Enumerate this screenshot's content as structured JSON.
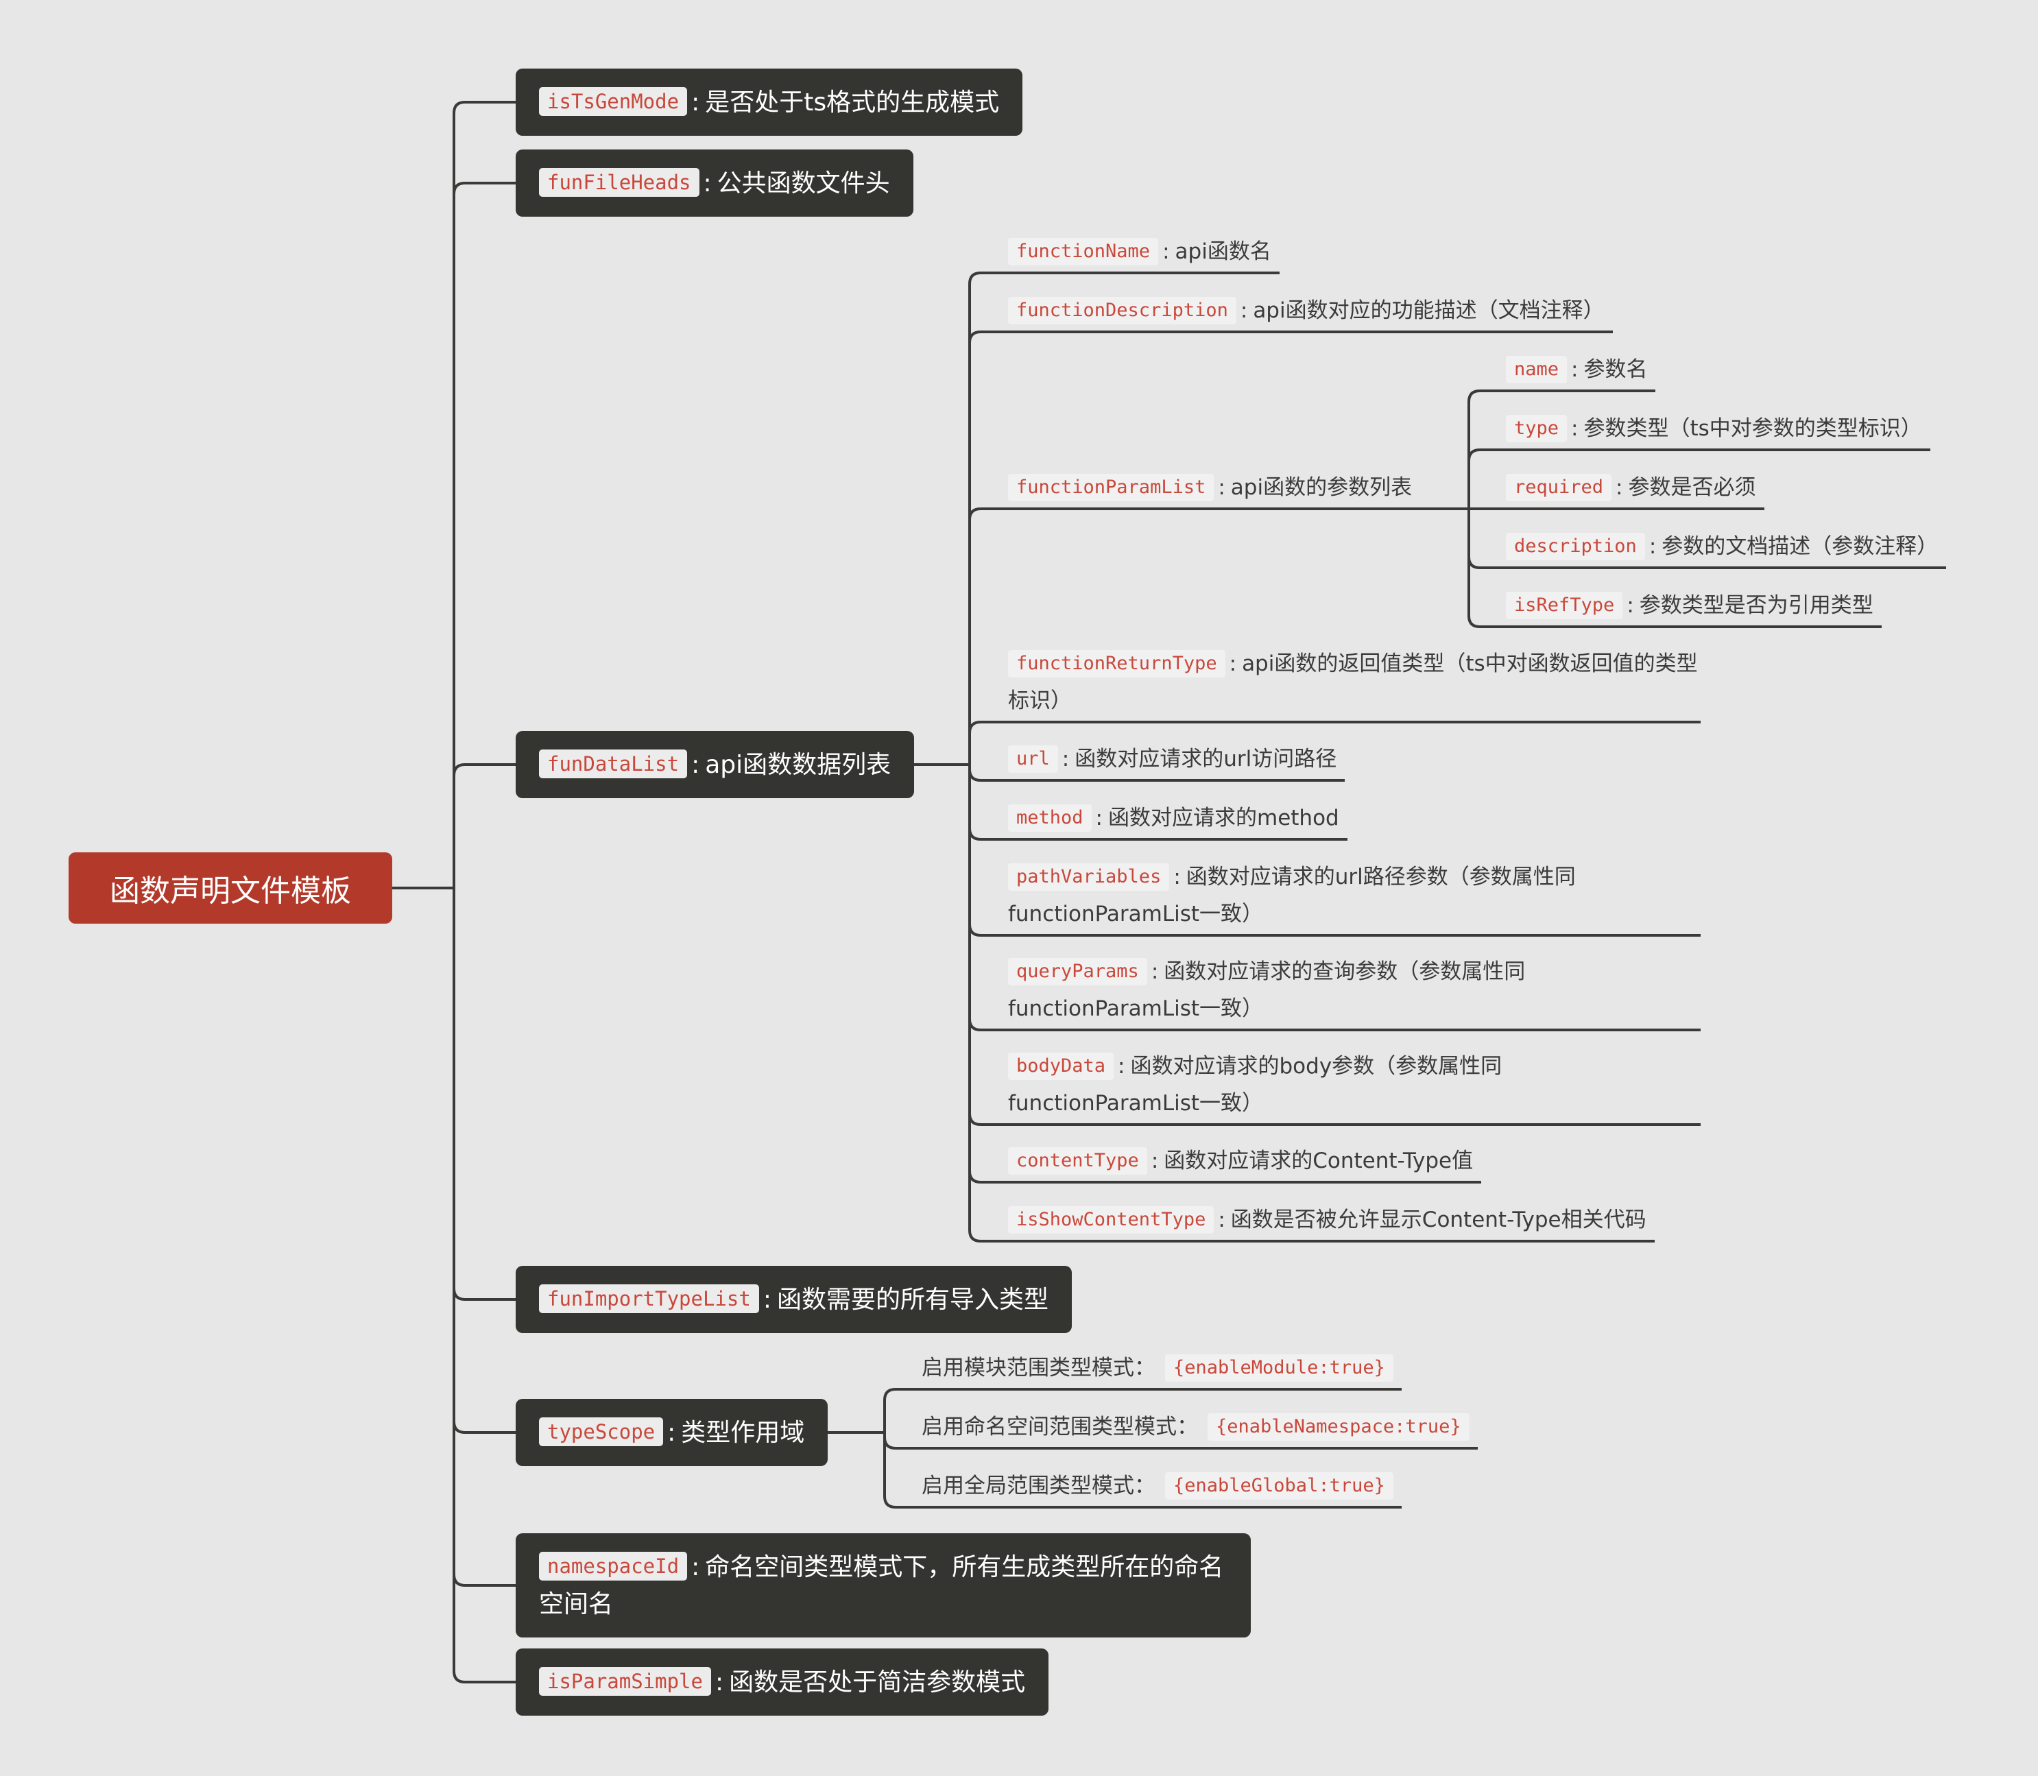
{
  "root": {
    "label": "函数声明文件模板"
  },
  "branches": [
    {
      "key": "isTsGenMode",
      "desc": "是否处于ts格式的生成模式"
    },
    {
      "key": "funFileHeads",
      "desc": "公共函数文件头"
    },
    {
      "key": "funDataList",
      "desc": "api函数数据列表",
      "children": [
        {
          "key": "functionName",
          "desc": "api函数名"
        },
        {
          "key": "functionDescription",
          "desc": "api函数对应的功能描述（文档注释）"
        },
        {
          "key": "functionParamList",
          "desc": "api函数的参数列表",
          "children": [
            {
              "key": "name",
              "desc": "参数名"
            },
            {
              "key": "type",
              "desc": "参数类型（ts中对参数的类型标识）"
            },
            {
              "key": "required",
              "desc": "参数是否必须"
            },
            {
              "key": "description",
              "desc": "参数的文档描述（参数注释）"
            },
            {
              "key": "isRefType",
              "desc": "参数类型是否为引用类型"
            }
          ]
        },
        {
          "key": "functionReturnType",
          "desc": "api函数的返回值类型（ts中对函数返回值的类型标识）"
        },
        {
          "key": "url",
          "desc": "函数对应请求的url访问路径"
        },
        {
          "key": "method",
          "desc": "函数对应请求的method"
        },
        {
          "key": "pathVariables",
          "desc": "函数对应请求的url路径参数（参数属性同functionParamList一致）"
        },
        {
          "key": "queryParams",
          "desc": "函数对应请求的查询参数（参数属性同functionParamList一致）"
        },
        {
          "key": "bodyData",
          "desc": "函数对应请求的body参数（参数属性同functionParamList一致）"
        },
        {
          "key": "contentType",
          "desc": "函数对应请求的Content-Type值"
        },
        {
          "key": "isShowContentType",
          "desc": "函数是否被允许显示Content-Type相关代码"
        }
      ]
    },
    {
      "key": "funImportTypeList",
      "desc": "函数需要的所有导入类型"
    },
    {
      "key": "typeScope",
      "desc": "类型作用域",
      "children": [
        {
          "text": "启用模块范围类型模式：",
          "code": "{enableModule:true}"
        },
        {
          "text": "启用命名空间范围类型模式：",
          "code": "{enableNamespace:true}"
        },
        {
          "text": "启用全局范围类型模式：",
          "code": "{enableGlobal:true}"
        }
      ]
    },
    {
      "key": "namespaceId",
      "desc": "命名空间类型模式下，所有生成类型所在的命名空间名"
    },
    {
      "key": "isParamSimple",
      "desc": "函数是否处于简洁参数模式"
    }
  ],
  "colors": {
    "background": "#e7e7e7",
    "root": "#b33a2a",
    "branch_node": "#343431",
    "code_text": "#c9483b",
    "connector": "#3a3a38"
  }
}
